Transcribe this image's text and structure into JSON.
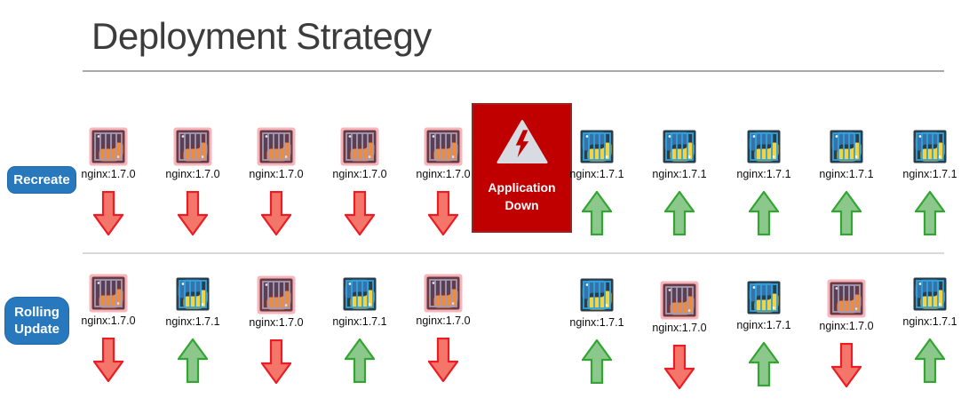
{
  "title": "Deployment Strategy",
  "colors": {
    "accent_blue": "#2878be",
    "danger_red": "#c00000",
    "old_icon_bg": "#6a3a43",
    "old_icon_glow": "#f5b5ba",
    "new_icon_bg": "#2c3c49",
    "new_icon_bars": "#2aa6e0",
    "arrow_red_fill": "#f4756a",
    "arrow_red_stroke": "#ec1c24",
    "arrow_green_fill": "#8cc88c",
    "arrow_green_stroke": "#33a532"
  },
  "rows": [
    {
      "label": "Recreate",
      "outage": {
        "label": "Application Down",
        "icon": "warning-triangle-icon"
      },
      "items": [
        {
          "version": "nginx:1.7.0",
          "variant": "v170",
          "state": "down",
          "icon": "python-container-icon",
          "arrow_icon": "down-arrow-icon"
        },
        {
          "version": "nginx:1.7.0",
          "variant": "v170",
          "state": "down",
          "icon": "python-container-icon",
          "arrow_icon": "down-arrow-icon"
        },
        {
          "version": "nginx:1.7.0",
          "variant": "v170",
          "state": "down",
          "icon": "python-container-icon",
          "arrow_icon": "down-arrow-icon"
        },
        {
          "version": "nginx:1.7.0",
          "variant": "v170",
          "state": "down",
          "icon": "python-container-icon",
          "arrow_icon": "down-arrow-icon"
        },
        {
          "version": "nginx:1.7.0",
          "variant": "v170",
          "state": "down",
          "icon": "python-container-icon",
          "arrow_icon": "down-arrow-icon"
        },
        {
          "version": "nginx:1.7.1",
          "variant": "v171",
          "state": "up",
          "icon": "python-container-icon",
          "arrow_icon": "up-arrow-icon"
        },
        {
          "version": "nginx:1.7.1",
          "variant": "v171",
          "state": "up",
          "icon": "python-container-icon",
          "arrow_icon": "up-arrow-icon"
        },
        {
          "version": "nginx:1.7.1",
          "variant": "v171",
          "state": "up",
          "icon": "python-container-icon",
          "arrow_icon": "up-arrow-icon"
        },
        {
          "version": "nginx:1.7.1",
          "variant": "v171",
          "state": "up",
          "icon": "python-container-icon",
          "arrow_icon": "up-arrow-icon"
        },
        {
          "version": "nginx:1.7.1",
          "variant": "v171",
          "state": "up",
          "icon": "python-container-icon",
          "arrow_icon": "up-arrow-icon"
        }
      ]
    },
    {
      "label": "Rolling Update",
      "items": [
        {
          "version": "nginx:1.7.0",
          "variant": "v170",
          "state": "down",
          "icon": "python-container-icon",
          "arrow_icon": "down-arrow-icon"
        },
        {
          "version": "nginx:1.7.1",
          "variant": "v171",
          "state": "up",
          "icon": "python-container-icon",
          "arrow_icon": "up-arrow-icon"
        },
        {
          "version": "nginx:1.7.0",
          "variant": "v170",
          "state": "down",
          "icon": "python-container-icon",
          "arrow_icon": "down-arrow-icon"
        },
        {
          "version": "nginx:1.7.1",
          "variant": "v171",
          "state": "up",
          "icon": "python-container-icon",
          "arrow_icon": "up-arrow-icon"
        },
        {
          "version": "nginx:1.7.0",
          "variant": "v170",
          "state": "down",
          "icon": "python-container-icon",
          "arrow_icon": "down-arrow-icon"
        },
        {
          "version": "nginx:1.7.1",
          "variant": "v171",
          "state": "up",
          "icon": "python-container-icon",
          "arrow_icon": "up-arrow-icon"
        },
        {
          "version": "nginx:1.7.0",
          "variant": "v170",
          "state": "down",
          "icon": "python-container-icon",
          "arrow_icon": "down-arrow-icon"
        },
        {
          "version": "nginx:1.7.1",
          "variant": "v171",
          "state": "up",
          "icon": "python-container-icon",
          "arrow_icon": "up-arrow-icon"
        },
        {
          "version": "nginx:1.7.0",
          "variant": "v170",
          "state": "down",
          "icon": "python-container-icon",
          "arrow_icon": "down-arrow-icon"
        },
        {
          "version": "nginx:1.7.1",
          "variant": "v171",
          "state": "up",
          "icon": "python-container-icon",
          "arrow_icon": "up-arrow-icon"
        }
      ]
    }
  ]
}
